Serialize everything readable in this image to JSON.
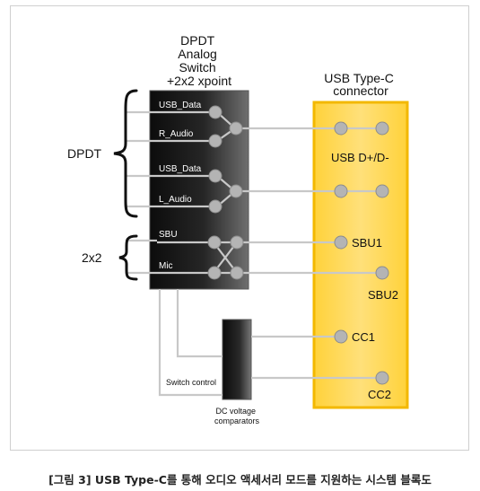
{
  "switch_title": [
    "DPDT",
    "Analog",
    "Switch",
    "+2x2 xpoint"
  ],
  "connector_title": [
    "USB Type-C",
    "connector"
  ],
  "brace_labels": {
    "dpdt": "DPDT",
    "xpoint": "2x2"
  },
  "switch_pins": [
    "USB_Data",
    "R_Audio",
    "USB_Data",
    "L_Audio",
    "SBU",
    "Mic"
  ],
  "connector_labels": {
    "usb_dp_dm": "USB D+/D-",
    "sbu1": "SBU1",
    "sbu2": "SBU2",
    "cc1": "CC1",
    "cc2": "CC2"
  },
  "switch_control_label": "Switch control",
  "comparator_label": [
    "DC voltage",
    "comparators"
  ],
  "caption": "[그림 3] USB Type-C를 통해 오디오 액세서리 모드를 지원하는 시스템 블록도",
  "colors": {
    "connector_fill": "#ffd84a",
    "connector_border": "#f3b800",
    "line": "#c8c8c8",
    "node": "#b4b4b4",
    "switch_dark": "#141414"
  }
}
